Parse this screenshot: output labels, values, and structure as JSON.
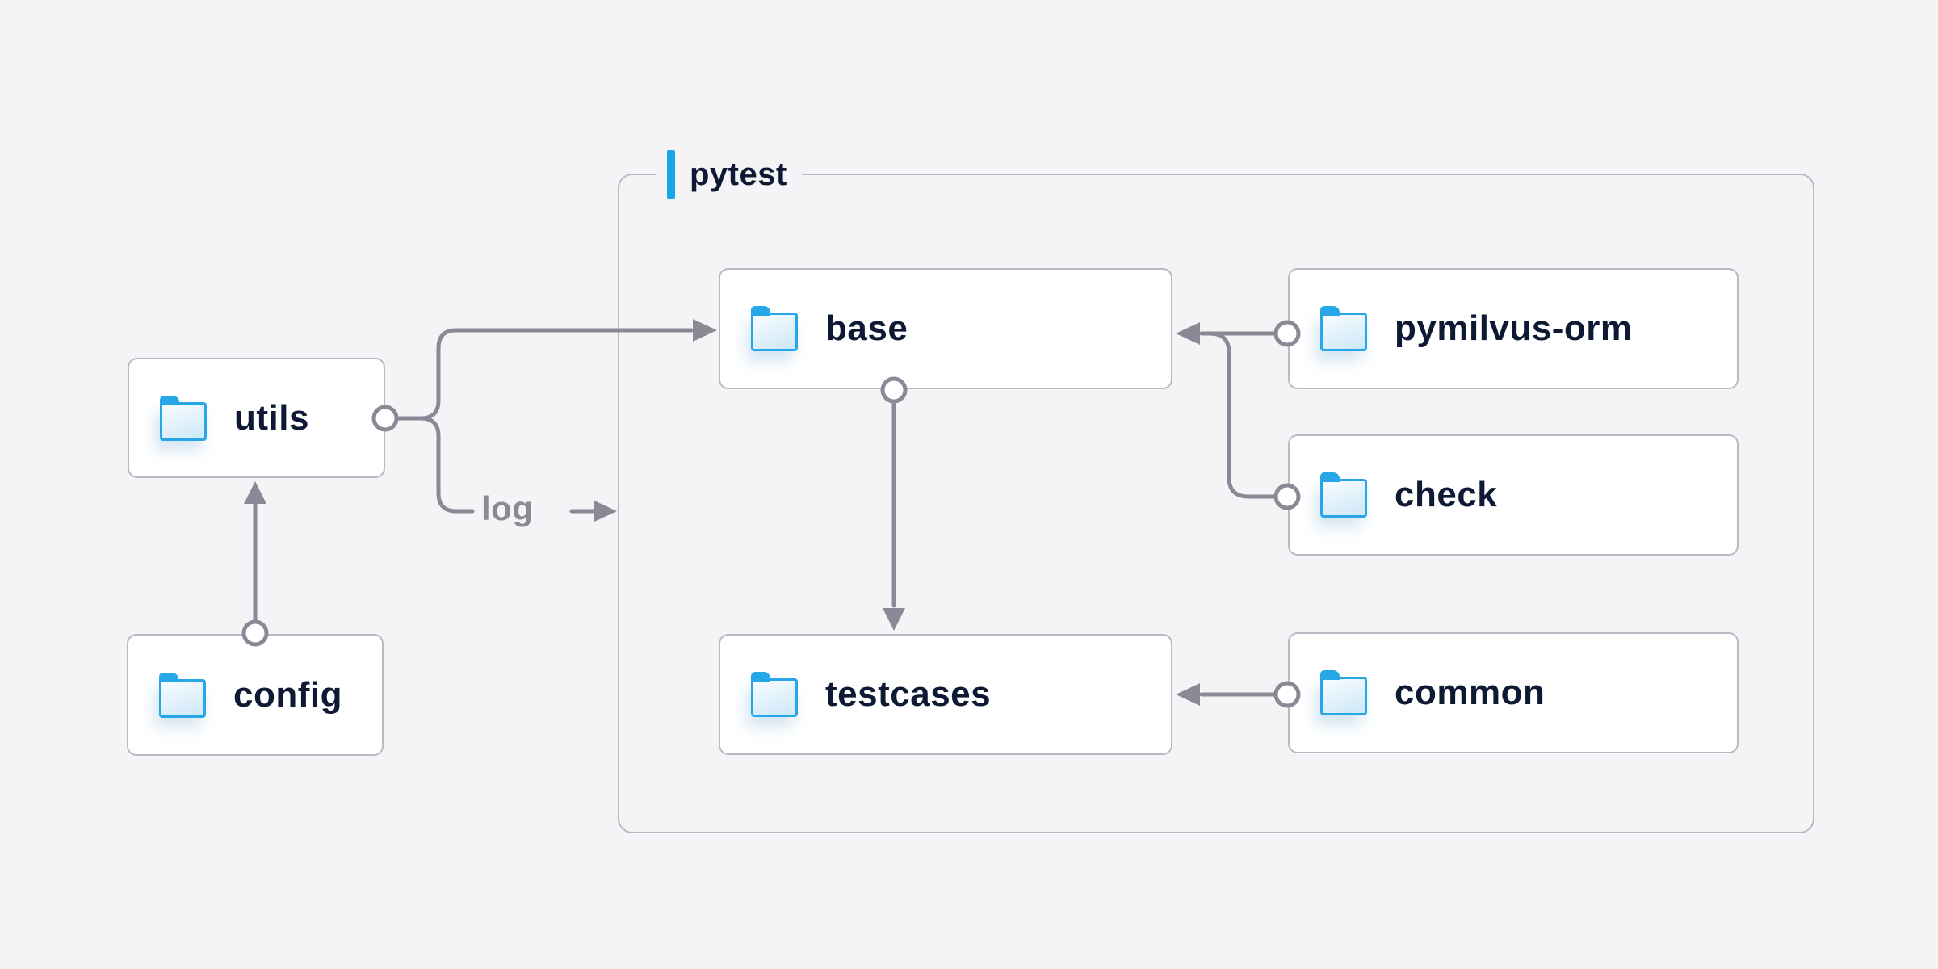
{
  "diagram": {
    "group_label": "pytest",
    "nodes": [
      {
        "id": "utils",
        "label": "utils",
        "icon": "folder-icon"
      },
      {
        "id": "config",
        "label": "config",
        "icon": "folder-icon"
      },
      {
        "id": "base",
        "label": "base",
        "icon": "folder-icon"
      },
      {
        "id": "pymilvus-orm",
        "label": "pymilvus-orm",
        "icon": "folder-icon"
      },
      {
        "id": "check",
        "label": "check",
        "icon": "folder-icon"
      },
      {
        "id": "testcases",
        "label": "testcases",
        "icon": "folder-icon"
      },
      {
        "id": "common",
        "label": "common",
        "icon": "folder-icon"
      }
    ],
    "edges": [
      {
        "from": "config",
        "to": "utils"
      },
      {
        "from": "utils",
        "to": "base"
      },
      {
        "from": "utils",
        "to": "log",
        "label": "log"
      },
      {
        "from": "pymilvus-orm",
        "to": "base"
      },
      {
        "from": "check",
        "to": "base"
      },
      {
        "from": "base",
        "to": "testcases"
      },
      {
        "from": "common",
        "to": "testcases"
      }
    ]
  },
  "colors": {
    "background": "#f4f4f6",
    "node_fill": "#ffffff",
    "node_border": "#b9b9c4",
    "connector_gray": "#8a8a96",
    "accent_blue": "#18a7e8",
    "folder_blue": "#27a7e8",
    "label_navy": "#0e1a33"
  }
}
